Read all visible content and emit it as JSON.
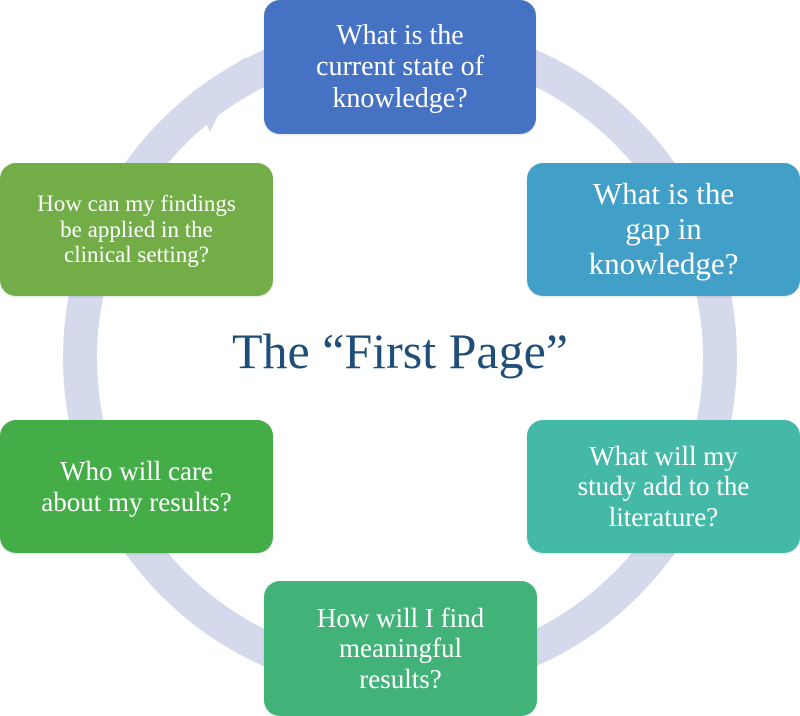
{
  "title": "The “First Page”",
  "nodes": [
    {
      "id": "top",
      "text": "What is the\ncurrent state of\nknowledge?",
      "color": "#4672c4"
    },
    {
      "id": "right-top",
      "text": "What is the\ngap in\nknowledge?",
      "color": "#42a0c8"
    },
    {
      "id": "right-bottom",
      "text": "What will my\nstudy add to the\nliterature?",
      "color": "#44b9a8"
    },
    {
      "id": "bottom",
      "text": "How will I find\nmeaningful\nresults?",
      "color": "#41b278"
    },
    {
      "id": "left-bottom",
      "text": "Who will care\nabout my results?",
      "color": "#44ad48"
    },
    {
      "id": "left-top",
      "text": "How can my findings\nbe applied in the\nclinical setting?",
      "color": "#72ad47"
    }
  ],
  "colors": {
    "ring": "#d4daec",
    "title": "#1f4e79"
  }
}
